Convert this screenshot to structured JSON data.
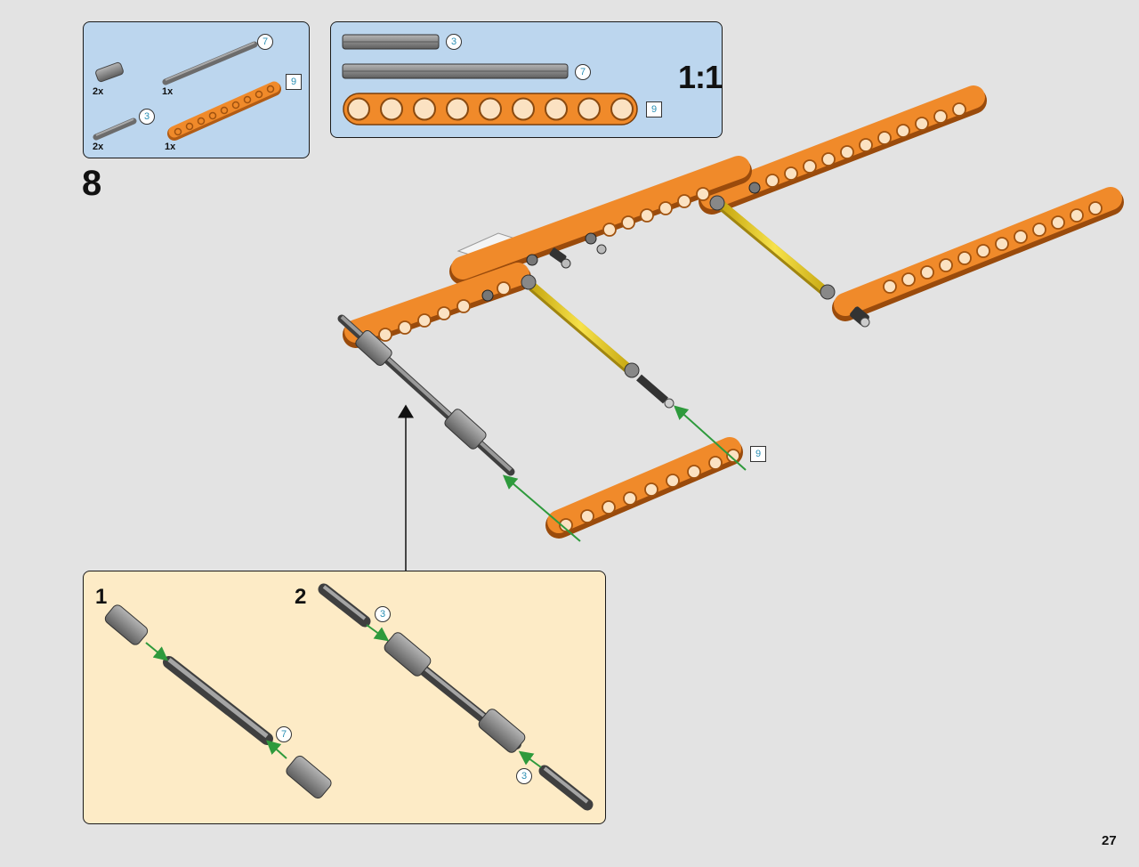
{
  "step": {
    "number": "8"
  },
  "page": {
    "number": "27"
  },
  "parts_panel": {
    "items": [
      {
        "name": "bush",
        "quantity": "2x"
      },
      {
        "name": "axle-7",
        "quantity": "1x",
        "length_label": "7"
      },
      {
        "name": "axle-3",
        "quantity": "2x",
        "length_label": "3"
      },
      {
        "name": "beam-9",
        "quantity": "1x",
        "length_label": "9"
      }
    ]
  },
  "scale_panel": {
    "scale": "1:1",
    "axle_3_label": "3",
    "axle_7_label": "7",
    "beam_9_label": "9"
  },
  "main_model": {
    "beam_label": "9"
  },
  "sub_assembly": {
    "step1": {
      "number": "1",
      "axle_label": "7"
    },
    "step2": {
      "number": "2",
      "axle_label_top": "3",
      "axle_label_bottom": "3"
    }
  },
  "colors": {
    "background": "#e3e3e3",
    "parts_panel": "#bcd6ee",
    "sub_panel": "#fdebc6",
    "beam_orange": "#f08a2a",
    "axle_grey": "#7d7d7d",
    "axle_yellow": "#f2d21a",
    "arrow_green": "#2e9a3c",
    "label_blue": "#2a8fb4"
  }
}
